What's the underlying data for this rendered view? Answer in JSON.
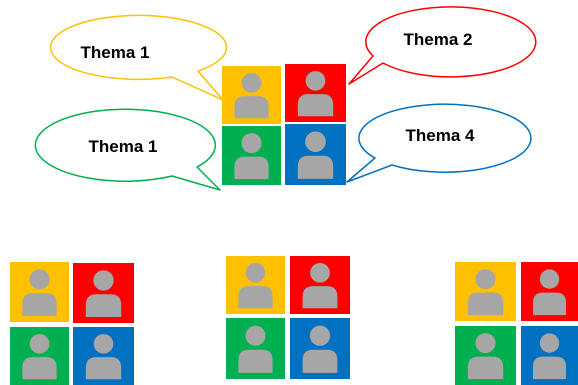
{
  "colors": {
    "yellow": "#FFC000",
    "red": "#FF0000",
    "green": "#00B050",
    "blue": "#0070C0",
    "person": "#A6A6A6",
    "bubble_yellow_outline": "#FFC000",
    "bubble_red_outline": "#FF0000",
    "bubble_green_outline": "#00B050",
    "bubble_blue_outline": "#0070C0"
  },
  "bubbles": [
    {
      "id": "yellow",
      "label": "Thema 1",
      "color": "yellow"
    },
    {
      "id": "red",
      "label": "Thema 2",
      "color": "red"
    },
    {
      "id": "green",
      "label": "Thema 1",
      "color": "green"
    },
    {
      "id": "blue",
      "label": "Thema 4",
      "color": "blue"
    }
  ],
  "groups": [
    {
      "id": "center-group",
      "tiles": [
        "yellow",
        "red",
        "green",
        "blue"
      ],
      "icon": "person-icon"
    },
    {
      "id": "bottom-left-group",
      "tiles": [
        "yellow",
        "red",
        "green",
        "blue"
      ],
      "icon": "person-icon"
    },
    {
      "id": "bottom-middle-group",
      "tiles": [
        "yellow",
        "red",
        "green",
        "blue"
      ],
      "icon": "person-icon"
    },
    {
      "id": "bottom-right-group",
      "tiles": [
        "yellow",
        "red",
        "green",
        "blue"
      ],
      "icon": "person-icon"
    }
  ]
}
